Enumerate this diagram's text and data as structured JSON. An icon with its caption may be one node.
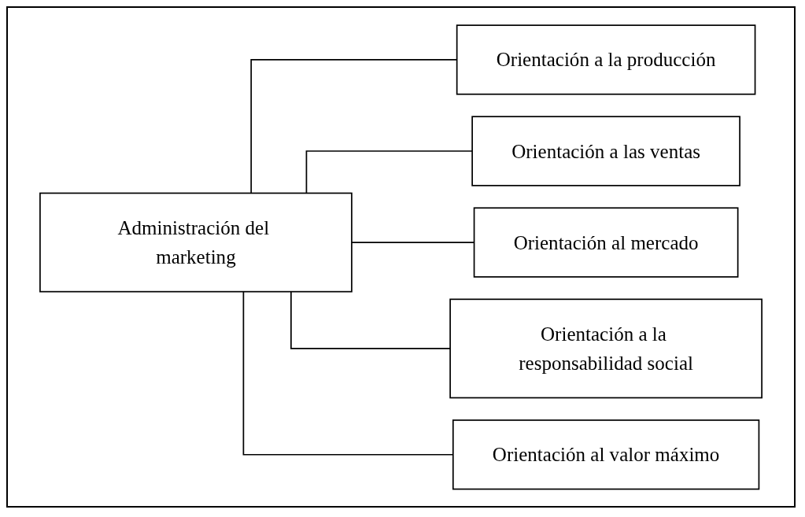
{
  "diagram": {
    "nodes": [
      {
        "text": [
          "Administración del marketing"
        ]
      },
      {
        "text": [
          "Orientación a la producción"
        ]
      },
      {
        "text": [
          "Orientación a las ventas"
        ]
      },
      {
        "text": [
          "Orientación al mercado"
        ]
      },
      {
        "text": [
          "Orientación a la responsabilidad social"
        ]
      },
      {
        "text": [
          "Orientación al valor máximo"
        ]
      }
    ],
    "edges": [
      {
        "from": 0,
        "to": 1,
        "arrow": "none"
      },
      {
        "from": 0,
        "to": 2,
        "arrow": "none"
      },
      {
        "from": 0,
        "to": 3,
        "arrow": "none"
      },
      {
        "from": 0,
        "to": 4,
        "arrow": "none"
      },
      {
        "from": 0,
        "to": 5,
        "arrow": "none"
      }
    ]
  }
}
